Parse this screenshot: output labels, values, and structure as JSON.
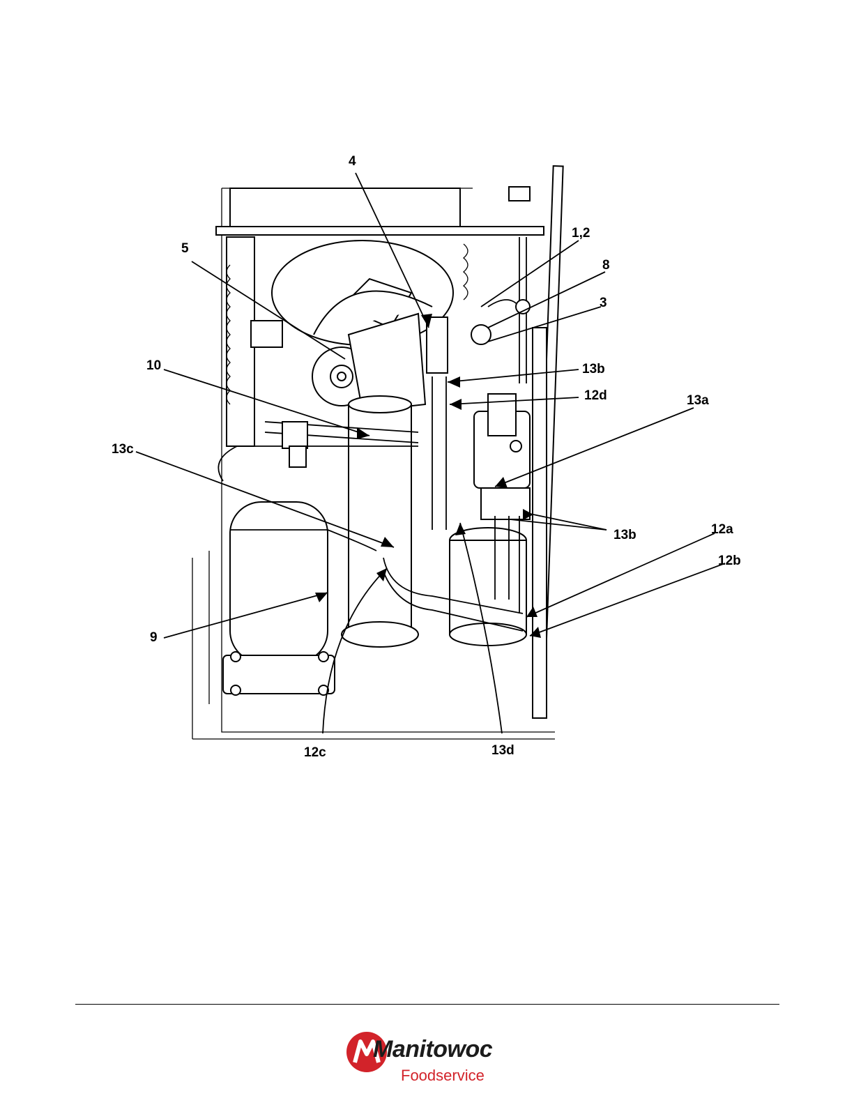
{
  "callouts": {
    "c4": "4",
    "c5": "5",
    "c12": "1,2",
    "c8": "8",
    "c3": "3",
    "c10": "10",
    "c13b_top": "13b",
    "c12d": "12d",
    "c13a": "13a",
    "c13c": "13c",
    "c13b_mid": "13b",
    "c12a": "12a",
    "c12b": "12b",
    "c9": "9",
    "c12c": "12c",
    "c13d": "13d"
  },
  "logo": {
    "brand": "Manitowoc",
    "sub": "Foodservice",
    "brand_color": "#1c1c1c",
    "accent_color": "#d2232a"
  }
}
